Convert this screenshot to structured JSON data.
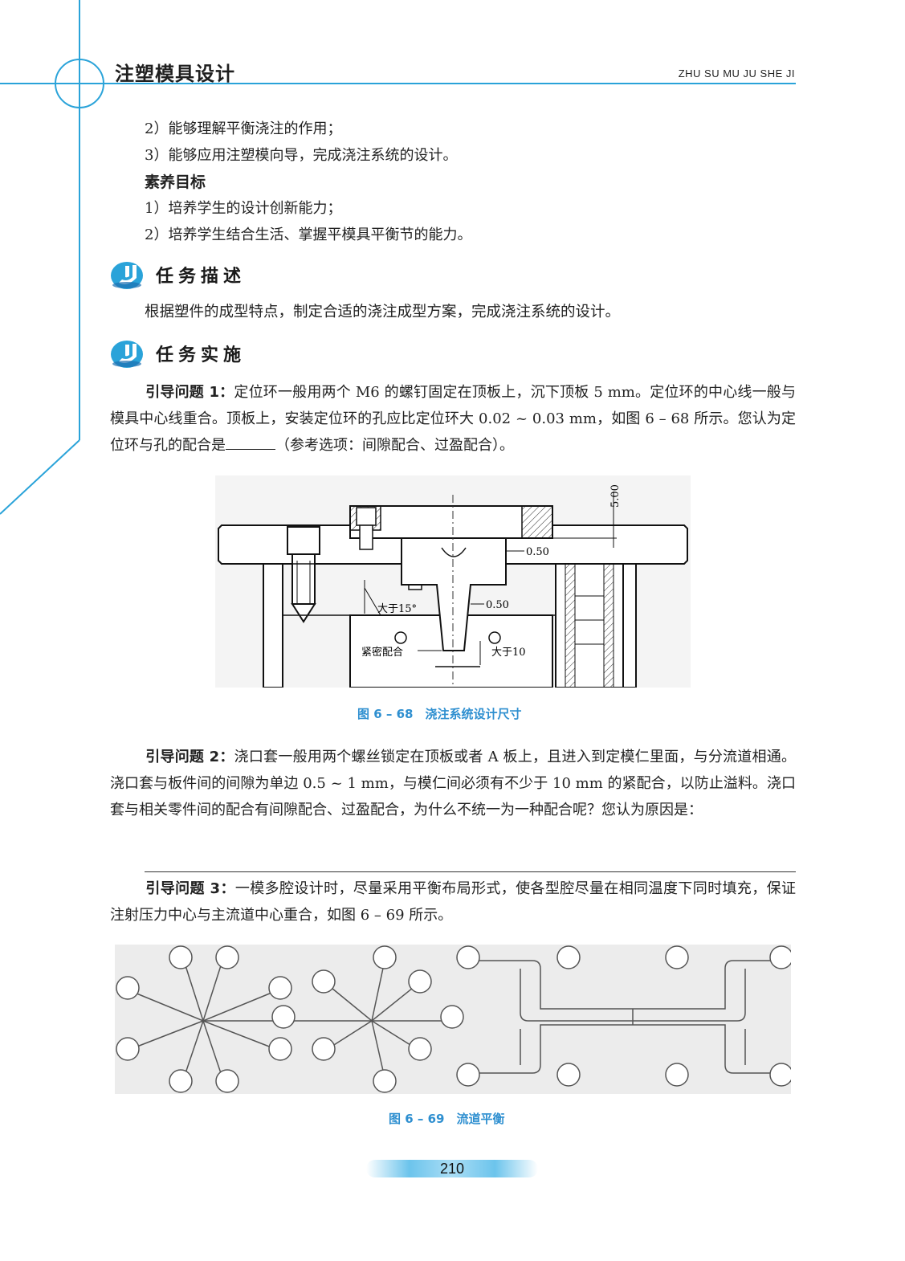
{
  "header": {
    "book_title": "注塑模具设计",
    "pinyin": "ZHU SU MU JU SHE JI"
  },
  "objectives": {
    "ability_items": [
      "2）能够理解平衡浇注的作用；",
      "3）能够应用注塑模向导，完成浇注系统的设计。"
    ],
    "literacy_title": "素养目标",
    "literacy_items": [
      "1）培养学生的设计创新能力；",
      "2）培养学生结合生活、掌握平模具平衡节的能力。"
    ]
  },
  "task_description": {
    "title": "任务描述",
    "text": "根据塑件的成型特点，制定合适的浇注成型方案，完成浇注系统的设计。"
  },
  "task_implementation": {
    "title": "任务实施"
  },
  "question1": {
    "label": "引导问题 1：",
    "text_a": "定位环一般用两个 M6 的螺钉固定在顶板上，沉下顶板 5 mm。定位环的中心线一般与模具中心线重合。顶板上，安装定位环的孔应比定位环大 0.02 ~ 0.03 mm，如图 6 – 68 所示。您认为定位环与孔的配合是",
    "text_b": "（参考选项：间隙配合、过盈配合）。"
  },
  "figure68": {
    "labels": {
      "dim_500": "5.00",
      "dim_050_top": "0.50",
      "dim_050_mid": "0.50",
      "angle": "大于15°",
      "tight_fit": "紧密配合",
      "gt10": "大于10"
    },
    "caption": "图 6 – 68　浇注系统设计尺寸"
  },
  "question2": {
    "label": "引导问题 2：",
    "text": "浇口套一般用两个螺丝锁定在顶板或者 A 板上，且进入到定模仁里面，与分流道相通。浇口套与板件间的间隙为单边 0.5 ~ 1 mm，与模仁间必须有不少于 10 mm 的紧配合，以防止溢料。浇口套与相关零件间的配合有间隙配合、过盈配合，为什么不统一为一种配合呢？您认为原因是："
  },
  "question3": {
    "label": "引导问题 3：",
    "text": "一模多腔设计时，尽量采用平衡布局形式，使各型腔尽量在相同温度下同时填充，保证注射压力中心与主流道中心重合，如图 6 – 69 所示。"
  },
  "figure69": {
    "caption": "图 6 – 69　流道平衡"
  },
  "footer": {
    "page_number": "210"
  },
  "colors": {
    "accent": "#2aa3d9",
    "caption": "#2e8fd0"
  }
}
